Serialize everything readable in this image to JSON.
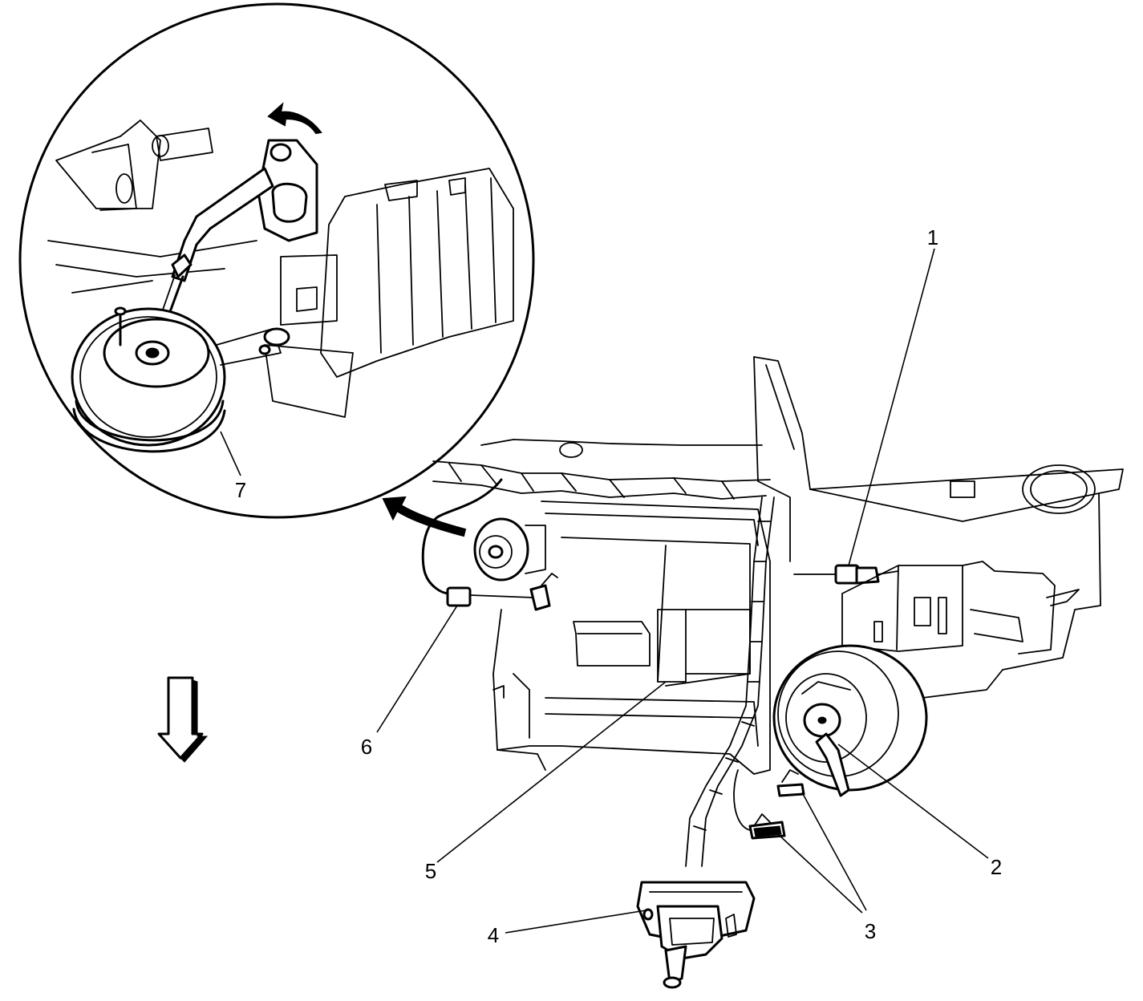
{
  "callouts": [
    {
      "id": "1",
      "label": "1"
    },
    {
      "id": "2",
      "label": "2"
    },
    {
      "id": "3",
      "label": "3"
    },
    {
      "id": "4",
      "label": "4"
    },
    {
      "id": "5",
      "label": "5"
    },
    {
      "id": "6",
      "label": "6"
    },
    {
      "id": "7",
      "label": "7"
    }
  ],
  "icons": {
    "detail_rotation_arrow": "curved-arrow-icon",
    "removal_direction_arrow": "down-arrow-icon",
    "detail_link_arrow": "curved-arrow-icon"
  },
  "colors": {
    "ink": "#000000",
    "paper": "#ffffff"
  }
}
